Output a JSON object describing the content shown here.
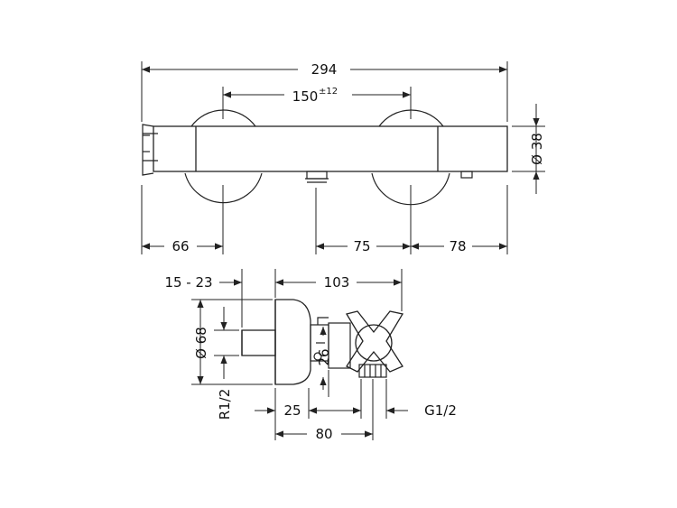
{
  "top_view": {
    "overall_width": "294",
    "center_spacing": "150",
    "center_spacing_tolerance": "±12",
    "diameter": "Ø 38",
    "left_offset": "66",
    "middle_offset": "75",
    "right_offset": "78"
  },
  "side_view": {
    "wall_range": "15 - 23",
    "depth": "103",
    "rosette_diameter": "Ø 68",
    "wall_thread": "R1/2",
    "dim_25": "25",
    "dim_26": "26",
    "dim_80": "80",
    "outlet_thread": "G1/2"
  }
}
